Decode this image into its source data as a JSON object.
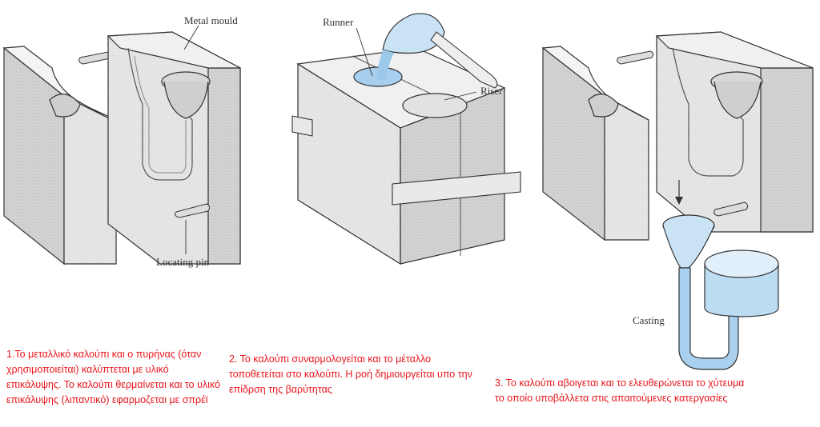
{
  "labels": {
    "metal_mould": "Metal mould",
    "locating_pin": "Locating pin",
    "runner": "Runner",
    "riser": "Riser",
    "casting": "Casting"
  },
  "captions": {
    "step1": "1.Το μεταλλικό καλούπι και ο πυρήνας (όταν χρησιμοποιείται) καλύπτεται με υλικό επικάλυψης. Το καλούπι θερμαίνεται και το υλικό επικάλυψης (λιπαντικό) εφαρμοζεται με σπρέϊ",
    "step2": "2. Το καλούπι συναρμολογείται και το μέταλλο τοποθετείται στο καλούπι. Η ροή δημιουργείται υπο την επίδρση της βαρύτητας",
    "step3": "3. Το καλούπι αβοιγεται και το ελευθερώνεται το χύτευμα το οποίο υποβάλλετα στις απαιτούμενες κατεργασίες"
  },
  "colors": {
    "metal": "#c9e3f5",
    "metal_dark": "#9cc8ea",
    "mould_face": "#e9e9e9",
    "mould_side": "#d2d2d2",
    "caption": "#e8161c"
  }
}
